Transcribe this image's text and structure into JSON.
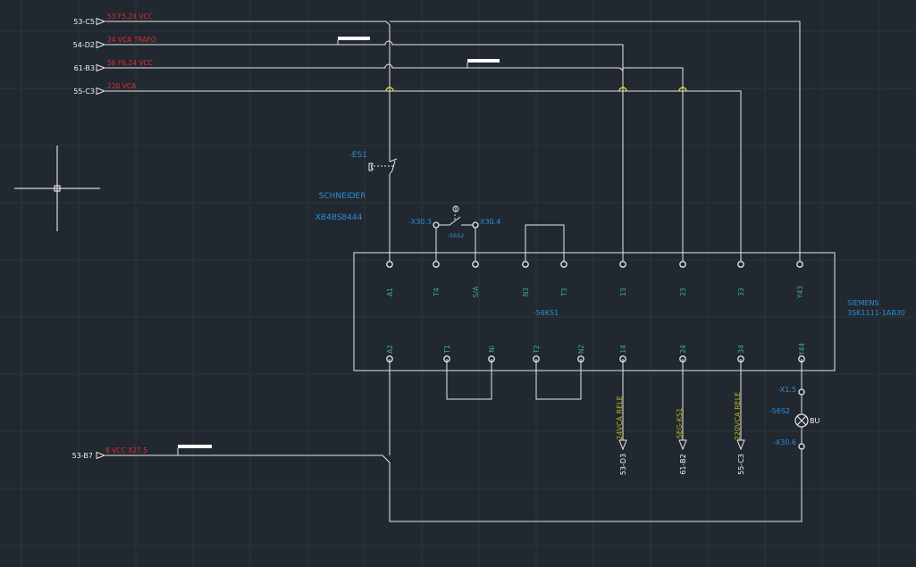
{
  "colors": {
    "background": "#212830",
    "grid": "#2b333d",
    "wire": "#e8e8e8",
    "red_label": "#e0302c",
    "blue_label": "#2b8fd6",
    "teal_label": "#3fa99a",
    "olive_label": "#b8b020",
    "junction": "#d8e020",
    "white_text": "#f2f2f2"
  },
  "inputs": [
    {
      "ref": "53-C5",
      "label": "53 F5.24 VCC"
    },
    {
      "ref": "54-D2",
      "label": "24 VCA TRAFO"
    },
    {
      "ref": "61-B3",
      "label": "56 F6.24 VCC"
    },
    {
      "ref": "55-C3",
      "label": "220 VCA"
    }
  ],
  "input_bottom": {
    "ref": "53-B7",
    "label": "8 VCC X27.5"
  },
  "estop": {
    "tag": "-ES1",
    "manufacturer": "SCHNEIDER",
    "part": "XB4BS8444"
  },
  "switch": {
    "left_terminal": "-X30.3",
    "right_terminal": "X30.4",
    "tag": "-56S2"
  },
  "relay": {
    "tag": "-56KS1",
    "manufacturer": "SIEMENS",
    "part": "3SK1111-1AB30",
    "top_pins": [
      "A1",
      "T4",
      "S/A",
      "N3",
      "T3",
      "13",
      "23",
      "33",
      "Y43"
    ],
    "bottom_pins": [
      "A2",
      "T1",
      "NI",
      "T2",
      "N2",
      "14",
      "24",
      "34",
      "Y44"
    ]
  },
  "outputs": [
    {
      "note": "24VCA RELE",
      "ref": "53-D3"
    },
    {
      "note": "SEG-KS1",
      "ref": "61-B2"
    },
    {
      "note": "220VCA RELE",
      "ref": "55-C3"
    }
  ],
  "lamp": {
    "terminal_top": "-X1.5",
    "tag": "-56S2",
    "color": "BU",
    "terminal_bottom": "-X30.6"
  }
}
